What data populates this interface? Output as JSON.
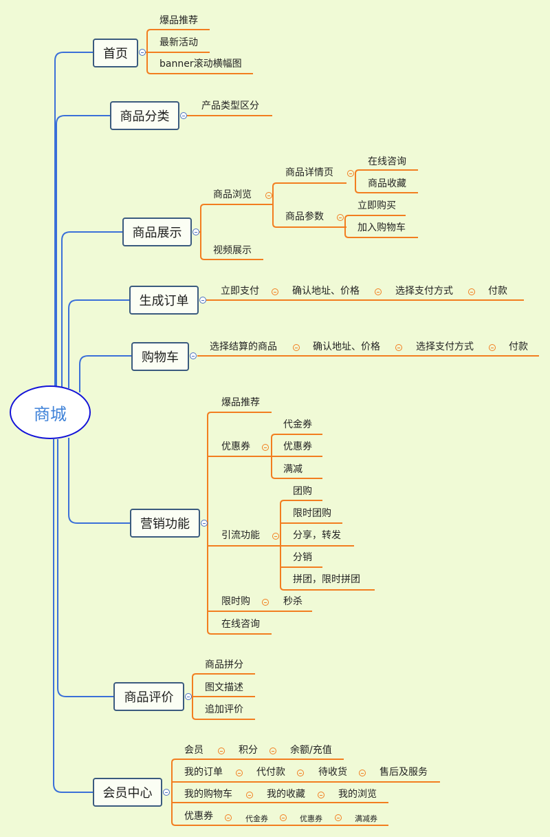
{
  "root": "商城",
  "home": {
    "title": "首页",
    "items": [
      "爆品推荐",
      "最新活动",
      "banner滚动横幅图"
    ]
  },
  "category": {
    "title": "商品分类",
    "items": [
      "产品类型区分"
    ]
  },
  "display": {
    "title": "商品展示",
    "browse": "商品浏览",
    "detail": "商品详情页",
    "detail_items": [
      "在线咨询",
      "商品收藏"
    ],
    "params": "商品参数",
    "params_items": [
      "立即购买",
      "加入购物车"
    ],
    "video": "视频展示"
  },
  "order": {
    "title": "生成订单",
    "chain": [
      "立即支付",
      "确认地址、价格",
      "选择支付方式",
      "付款"
    ]
  },
  "cart": {
    "title": "购物车",
    "chain": [
      "选择结算的商品",
      "确认地址、价格",
      "选择支付方式",
      "付款"
    ]
  },
  "marketing": {
    "title": "营销功能",
    "hot": "爆品推荐",
    "coupon": "优惠券",
    "coupon_items": [
      "代金券",
      "优惠券",
      "满减"
    ],
    "traffic": "引流功能",
    "traffic_items": [
      "团购",
      "限时团购",
      "分享，转发",
      "分销",
      "拼团，限时拼团"
    ],
    "flash": "限时购",
    "flash_item": "秒杀",
    "consult": "在线咨询"
  },
  "review": {
    "title": "商品评价",
    "items": [
      "商品拼分",
      "图文描述",
      "追加评价"
    ]
  },
  "member": {
    "title": "会员中心",
    "row1": [
      "会员",
      "积分",
      "余额/充值"
    ],
    "row2": [
      "我的订单",
      "代付款",
      "待收货",
      "售后及服务"
    ],
    "row3": [
      "我的购物车",
      "我的收藏",
      "我的浏览"
    ],
    "row4": [
      "优惠券",
      "代金券",
      "优惠券",
      "满减券"
    ]
  },
  "colors": {
    "background": "#f0fad6",
    "branch": "#3a6fd8",
    "sub_branch": "#f27d1f",
    "root_border": "#1212d8",
    "root_text": "#3f82d8"
  }
}
